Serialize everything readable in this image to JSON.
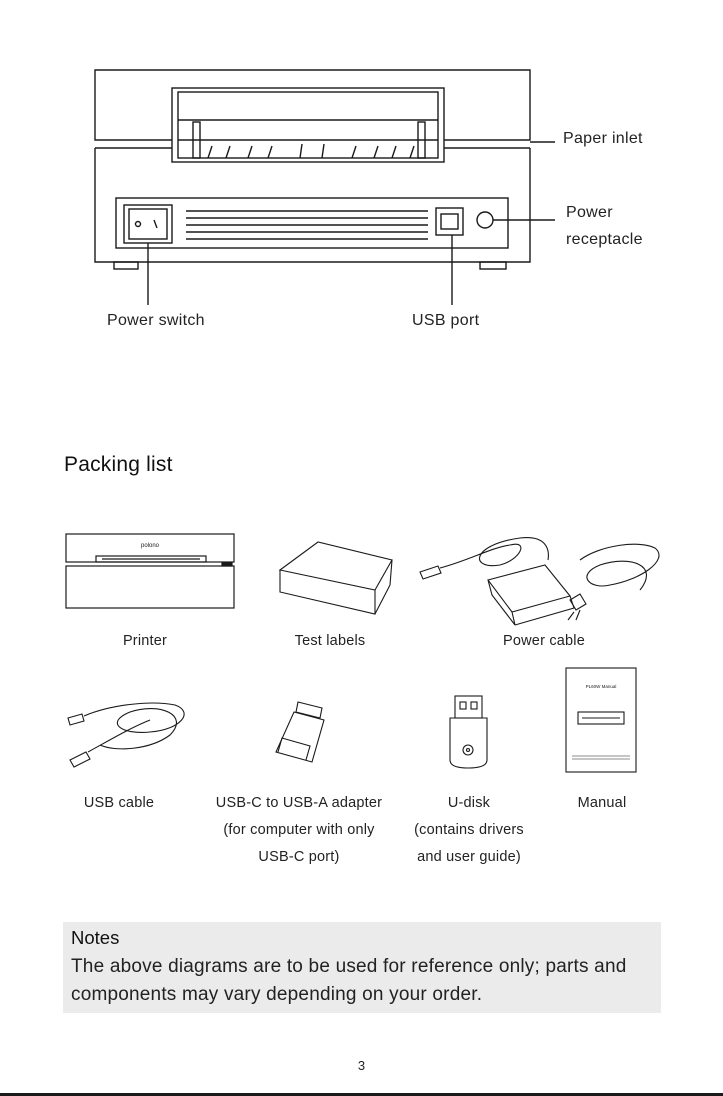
{
  "rear_view": {
    "paper_inlet": "Paper inlet",
    "power_receptacle_line1": "Power",
    "power_receptacle_line2": "receptacle",
    "power_switch": "Power switch",
    "usb_port": "USB port"
  },
  "packing": {
    "title": "Packing list",
    "printer_logo": "polono",
    "printer": "Printer",
    "test_labels": "Test labels",
    "power_cable": "Power cable",
    "usb_cable": "USB cable",
    "adapter_line1": "USB-C to USB-A adapter",
    "adapter_line2": "(for computer with only",
    "adapter_line3": "USB-C port)",
    "udisk_line1": "U-disk",
    "udisk_line2": "(contains drivers",
    "udisk_line3": "and user guide)",
    "manual": "Manual",
    "manual_cover_title": "PL60W Manual"
  },
  "notes": {
    "title": "Notes",
    "body": "The above diagrams are to be used for reference only; parts and components may vary depending on your order."
  },
  "page_number": "3",
  "colors": {
    "notes_bg": "#ebebeb",
    "line": "#1a1a1a"
  }
}
